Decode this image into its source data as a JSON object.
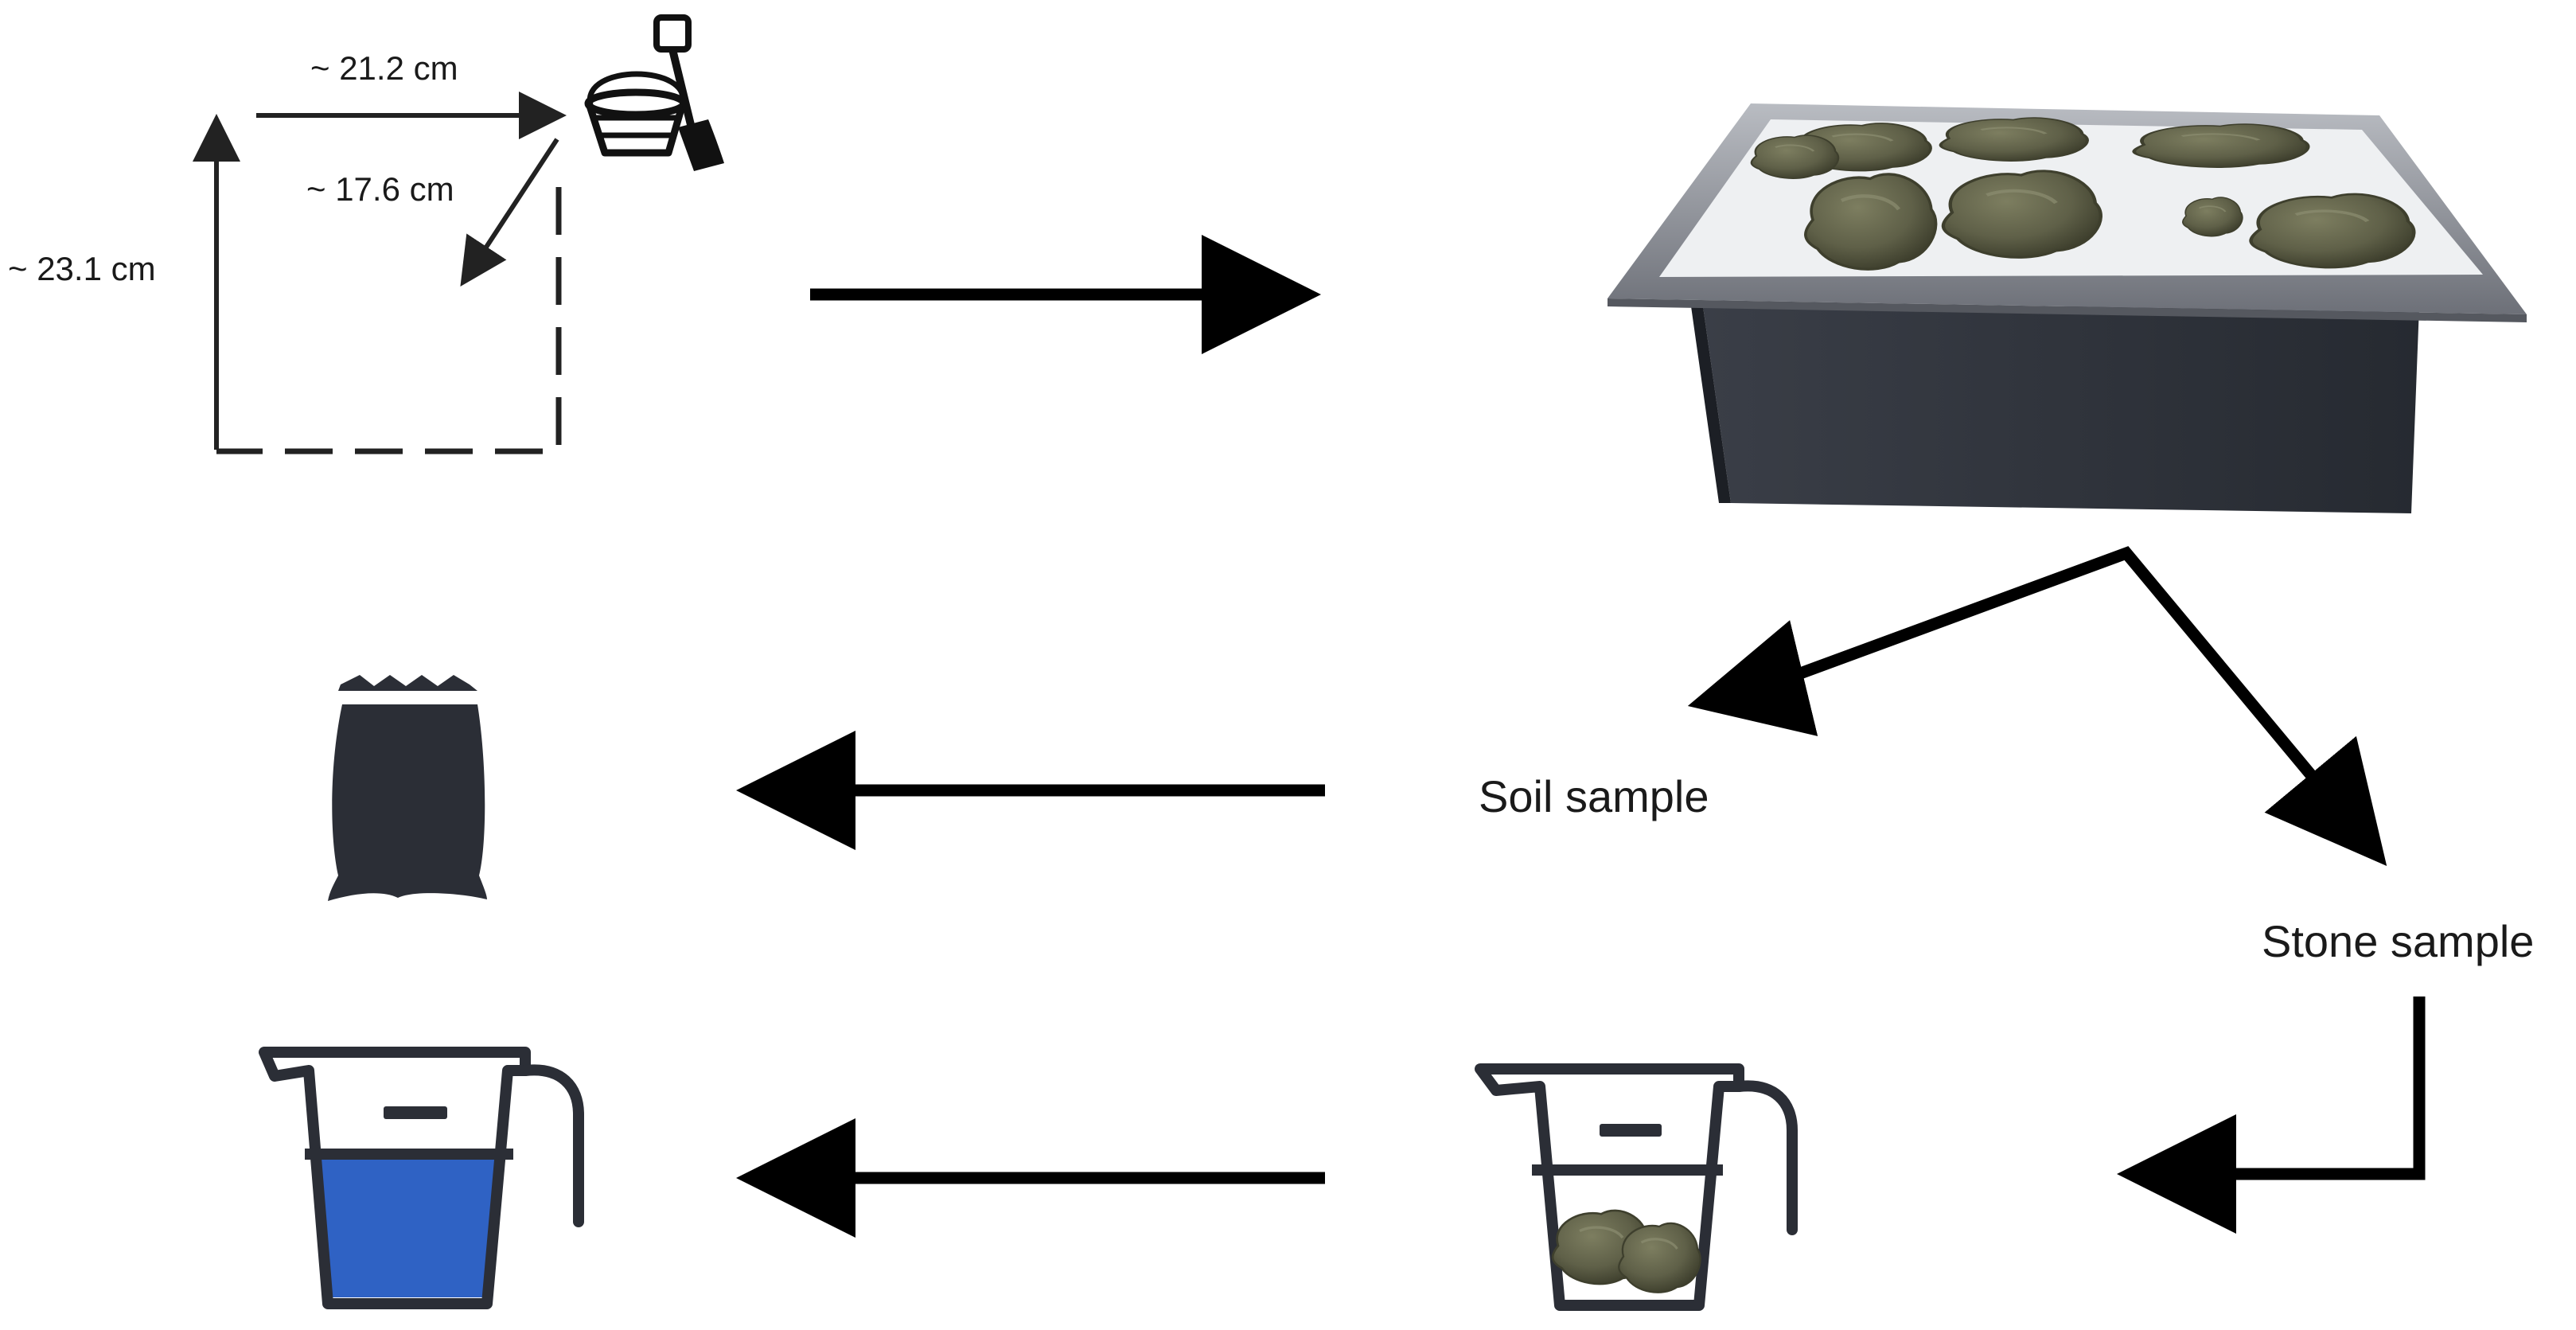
{
  "dimensions": {
    "width": "~ 21.2 cm",
    "depth": "~ 17.6 cm",
    "height": "~ 23.1 cm"
  },
  "labels": {
    "soil": "Soil sample",
    "stone": "Stone sample"
  },
  "colors": {
    "stroke": "#000000",
    "icon": "#2b2e36",
    "water": "#2f62c4",
    "stone": "#5f6048",
    "stone_dark": "#3e3f2d",
    "tray_body": "#2e323a",
    "tray_frame": "#8f9299",
    "tray_surface": "#e9eaec"
  },
  "icons": {
    "sampling_tool": "bucket-and-shovel-icon",
    "soil_bag": "soil-bag-icon",
    "water_jug": "water-measuring-jug-icon",
    "stone_jug": "stone-measuring-jug-icon",
    "tray": "sample-tray-illustration"
  }
}
